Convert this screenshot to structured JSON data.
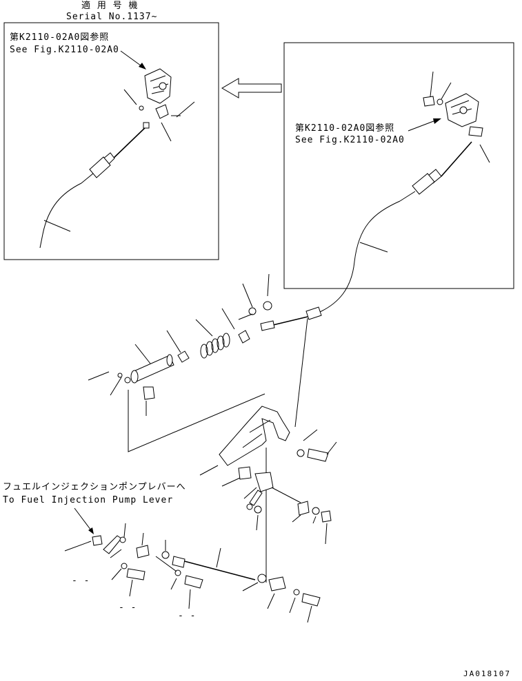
{
  "applicability": {
    "title_jp": "適 用 号 機",
    "serial": "Serial No.1137~"
  },
  "inset_left": {
    "ref_jp": "第K2110-02A0図参照",
    "ref_en": "See Fig.K2110-02A0"
  },
  "inset_right": {
    "ref_jp": "第K2110-02A0図参照",
    "ref_en": "See Fig.K2110-02A0"
  },
  "fuel_pump": {
    "label_jp": "フュエルインジェクションポンプレバーへ",
    "label_en": "To Fuel Injection Pump Lever"
  },
  "markers": [
    "- -",
    "- -",
    "- -"
  ],
  "drawing_id": "JA018107"
}
